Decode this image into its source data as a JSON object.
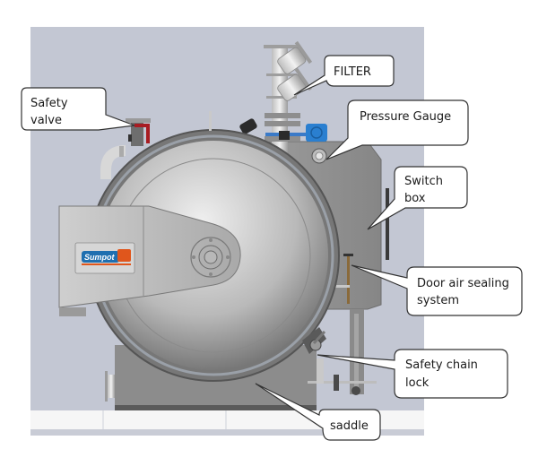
{
  "figure": {
    "subject": "Horizontal autoclave (front view)",
    "colors": {
      "backdrop": "#c3c7d3",
      "floor": "#f6f6f6",
      "floor_line": "#c9ccd6",
      "body_grey": "#8e8e8e",
      "door_light": "#d8d8d8",
      "door_dark": "#6a6a6a",
      "valve_red": "#a81c22",
      "motor_blue": "#2a7fd0",
      "callout_border": "#333333",
      "callout_fill": "#ffffff"
    },
    "logo": {
      "brand": "Sumpot",
      "brand_color": "#1f6fb0",
      "accent_color": "#e0561c"
    }
  },
  "callouts": [
    {
      "id": "safety-valve",
      "lines": [
        "Safety",
        "valve"
      ]
    },
    {
      "id": "filter",
      "lines": [
        "FILTER"
      ]
    },
    {
      "id": "pressure-gauge",
      "lines": [
        "Pressure Gauge"
      ]
    },
    {
      "id": "switch-box",
      "lines": [
        "Switch",
        "box"
      ]
    },
    {
      "id": "door-air-sealing-system",
      "lines": [
        "Door air sealing",
        "system"
      ]
    },
    {
      "id": "safety-chain-lock",
      "lines": [
        "Safety chain",
        "lock"
      ]
    },
    {
      "id": "saddle",
      "lines": [
        "saddle"
      ]
    }
  ]
}
